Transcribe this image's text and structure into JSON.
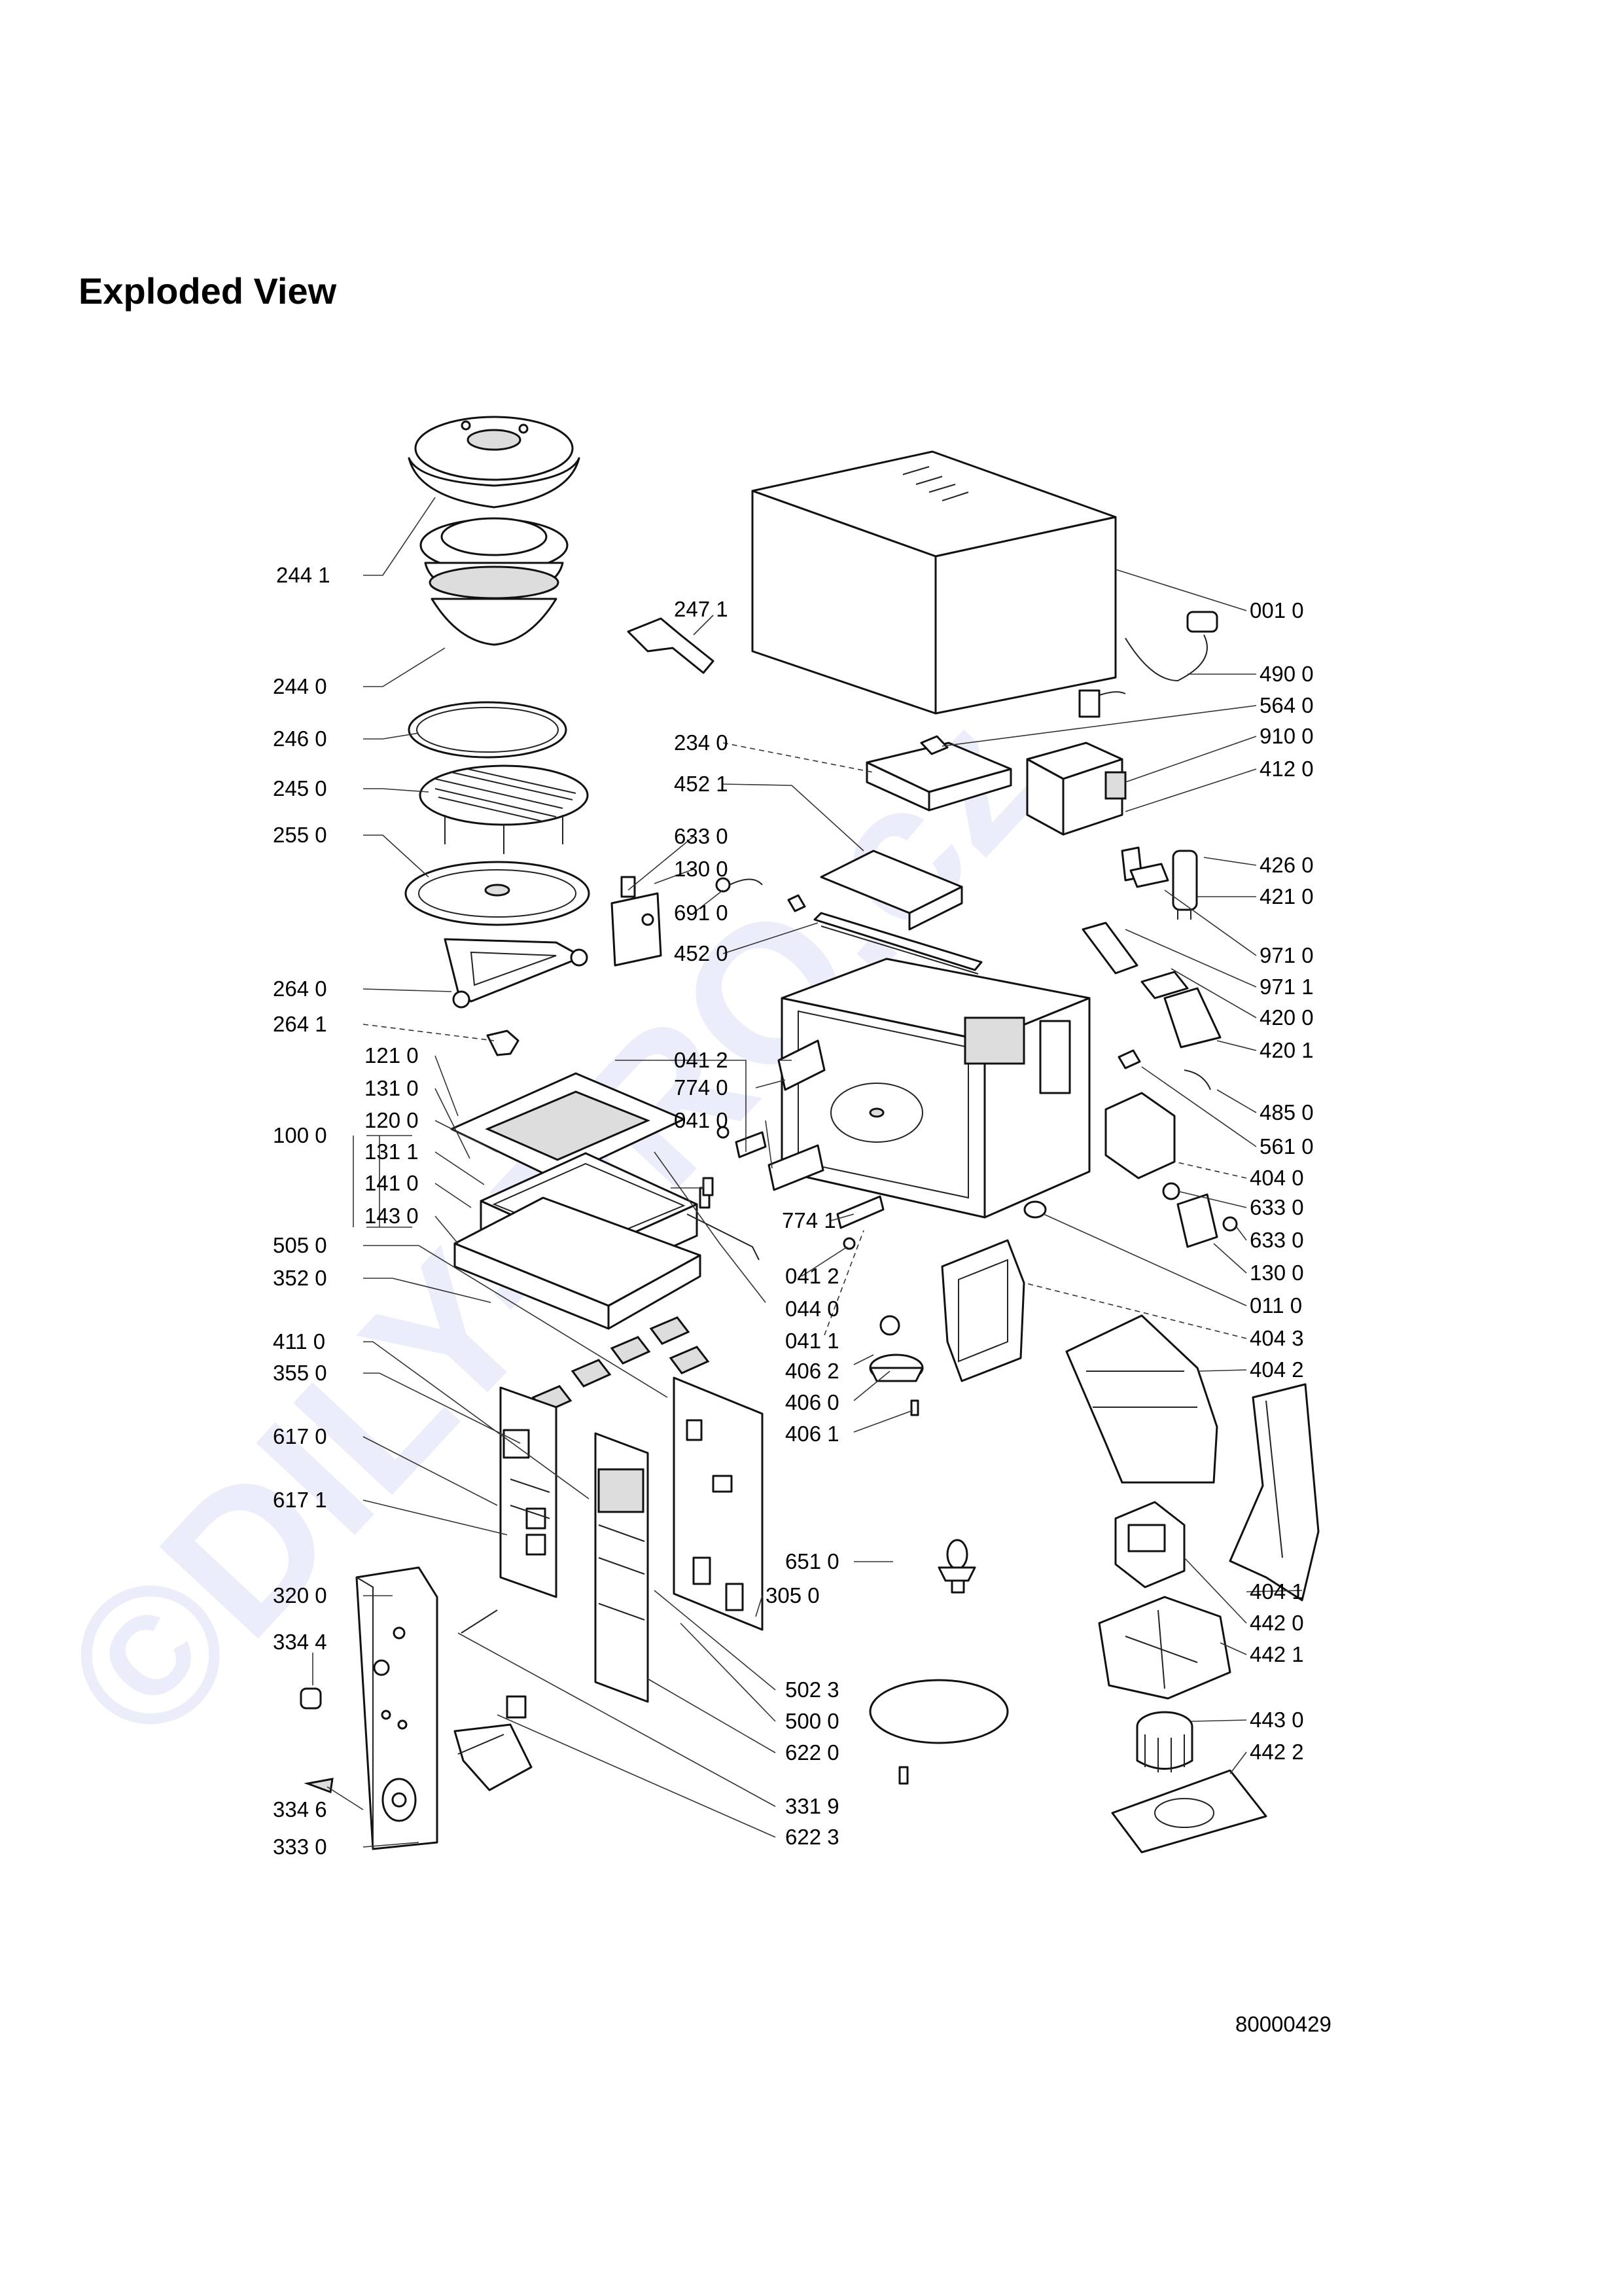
{
  "title": "Exploded View",
  "document_number": "80000429",
  "watermark": "©DILY-PRO.cz",
  "labels_left": [
    "244 1",
    "244 0",
    "246 0",
    "245 0",
    "255 0",
    "264 0",
    "264 1",
    "121 0",
    "131 0",
    "120 0",
    "131 1",
    "141 0",
    "143 0",
    "100 0",
    "505 0",
    "352 0",
    "411 0",
    "355 0",
    "617 0",
    "617 1",
    "320 0",
    "334 4",
    "334 6",
    "333 0"
  ],
  "labels_center": [
    "247 1",
    "234 0",
    "452 1",
    "633 0",
    "130 0",
    "691 0",
    "452 0",
    "041 2",
    "774 0",
    "041 0",
    "774 1",
    "041 2",
    "044 0",
    "041 1",
    "406 2",
    "406 0",
    "406 1",
    "651 0",
    "305 0",
    "502 3",
    "500 0",
    "622 0",
    "331 9",
    "622 3"
  ],
  "labels_right": [
    "001 0",
    "490 0",
    "564 0",
    "910 0",
    "412 0",
    "426 0",
    "421 0",
    "971 0",
    "971 1",
    "420 0",
    "420 1",
    "485 0",
    "561 0",
    "404 0",
    "633 0",
    "633 0",
    "130 0",
    "011 0",
    "404 3",
    "404 2",
    "404 1",
    "442 0",
    "442 1",
    "443 0",
    "442 2"
  ]
}
